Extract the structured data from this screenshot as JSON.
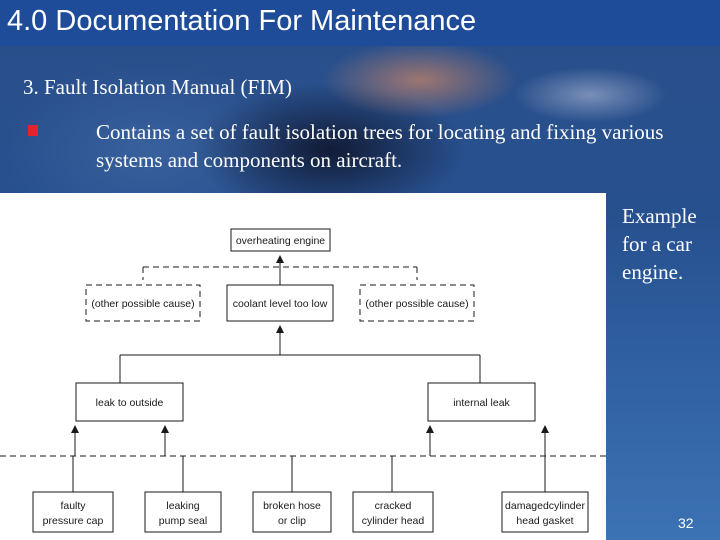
{
  "slide": {
    "title": "4.0 Documentation For Maintenance",
    "subheading": "3. Fault Isolation Manual (FIM)",
    "bullet_text": "Contains a set of fault isolation trees for locating and fixing various systems and components on aircraft.",
    "example_note": "Example for a car engine.",
    "page_number": "32"
  },
  "fault_tree": {
    "top_event": "overheating engine",
    "level2": [
      {
        "label": "(other possible cause)"
      },
      {
        "label": "coolant level too low"
      },
      {
        "label": "(other possible cause)"
      }
    ],
    "level3": [
      {
        "label": "leak to outside"
      },
      {
        "label": "internal leak"
      }
    ],
    "leaves": [
      {
        "line1": "faulty",
        "line2": "pressure cap"
      },
      {
        "line1": "leaking",
        "line2": "pump seal"
      },
      {
        "line1": "broken hose",
        "line2": "or clip"
      },
      {
        "line1": "cracked",
        "line2": "cylinder head"
      },
      {
        "line1": "damagedcylinder",
        "line2": "head gasket"
      }
    ]
  }
}
